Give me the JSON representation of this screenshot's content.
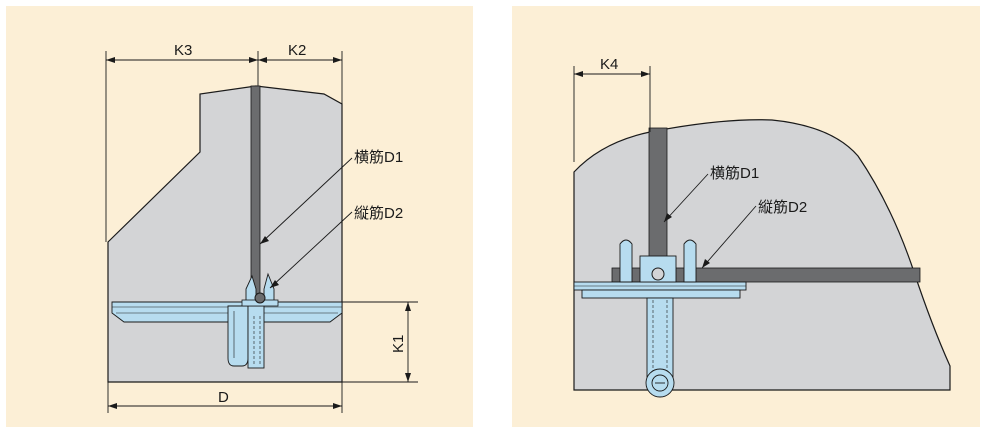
{
  "left_figure": {
    "dimensions": {
      "k3": "K3",
      "k2": "K2",
      "k1": "K1",
      "d": "D"
    },
    "callouts": {
      "horizontal_bar": "横筋D1",
      "vertical_bar": "縦筋D2"
    }
  },
  "right_figure": {
    "dimensions": {
      "k4": "K4"
    },
    "callouts": {
      "horizontal_bar": "横筋D1",
      "vertical_bar": "縦筋D2"
    }
  },
  "colors": {
    "panel_background": "#fcefd6",
    "concrete": "#d3d4d6",
    "rebar": "#6b6c6e",
    "fitting": "#b7dcef",
    "outline": "#1a1a1a"
  }
}
